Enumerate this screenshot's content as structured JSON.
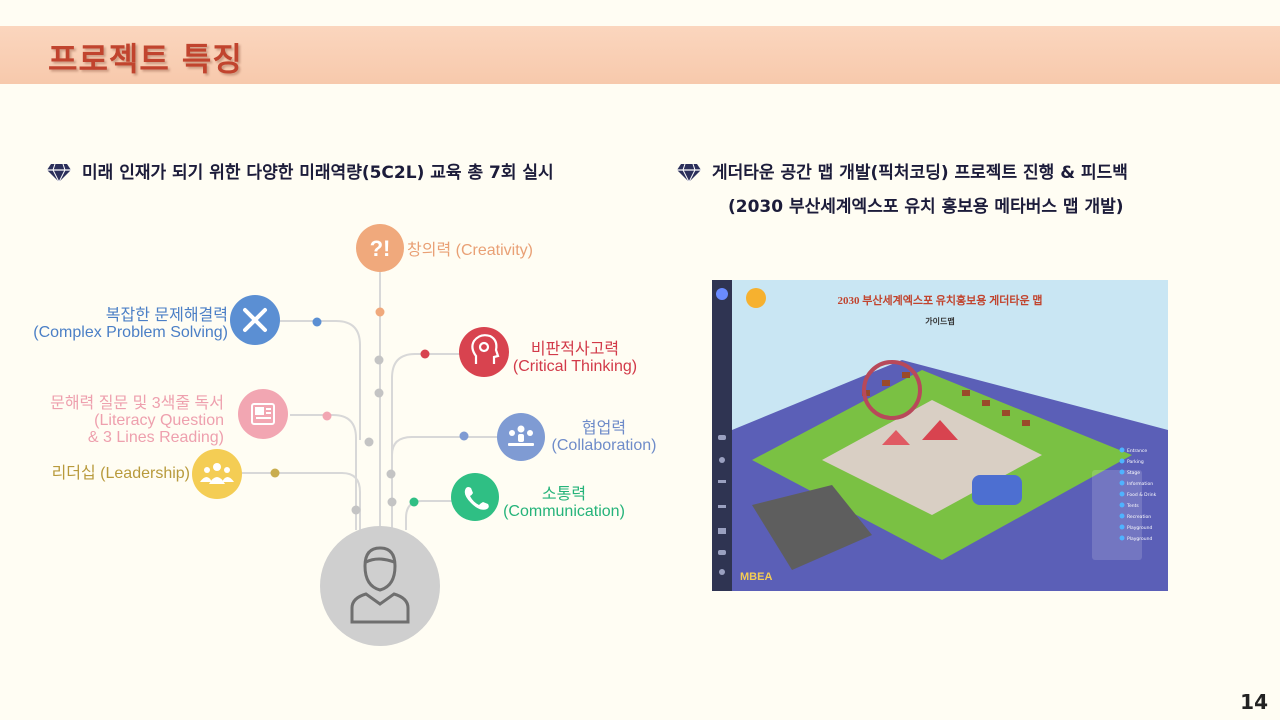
{
  "slide": {
    "title": "프로젝트 특징",
    "page_number": "14"
  },
  "left_section": {
    "heading": "미래 인재가 되기 위한 다양한 미래역량(5C2L) 교육 총 7회 실시",
    "competencies": [
      {
        "id": "creativity",
        "ko": "창의력",
        "en": "(Creativity)",
        "color": "#f0a97c",
        "icon": "exclamation-question-icon"
      },
      {
        "id": "complex",
        "ko": "복잡한 문제해결력",
        "en": "(Complex Problem Solving)",
        "color": "#5b8fd3",
        "icon": "tools-icon"
      },
      {
        "id": "critical",
        "ko": "비판적사고력",
        "en": "(Critical Thinking)",
        "color": "#d8434f",
        "icon": "brain-head-icon"
      },
      {
        "id": "literacy",
        "ko": "문해력 질문 및 3색줄 독서",
        "en1": "(Literacy Question",
        "en2": "& 3 Lines Reading)",
        "color": "#f2a6b2",
        "icon": "document-icon"
      },
      {
        "id": "collaboration",
        "ko": "협업력",
        "en": "(Collaboration)",
        "color": "#7f9bd3",
        "icon": "team-icon"
      },
      {
        "id": "leadership",
        "ko": "리더십 (Leadership)",
        "color": "#f4cd54",
        "icon": "group-icon"
      },
      {
        "id": "communication",
        "ko": "소통력",
        "en": "(Communication)",
        "color": "#2fbf84",
        "icon": "phone-icon"
      }
    ]
  },
  "right_section": {
    "heading": "게더타운 공간 맵 개발(픽처코딩) 프로젝트 진행 & 피드백",
    "subheading": "(2030 부산세계엑스포 유치 홍보용 메타버스 맵 개발)",
    "map": {
      "title": "2030 부산세계엑스포 유치홍보용 게더타운 맵",
      "subtitle": "가이드맵",
      "legend": [
        "Entrance",
        "Parking",
        "Stage",
        "Information",
        "Food & Drink",
        "Tents",
        "Recreation",
        "Playground",
        "Playground"
      ],
      "logo": "MBEA"
    }
  }
}
